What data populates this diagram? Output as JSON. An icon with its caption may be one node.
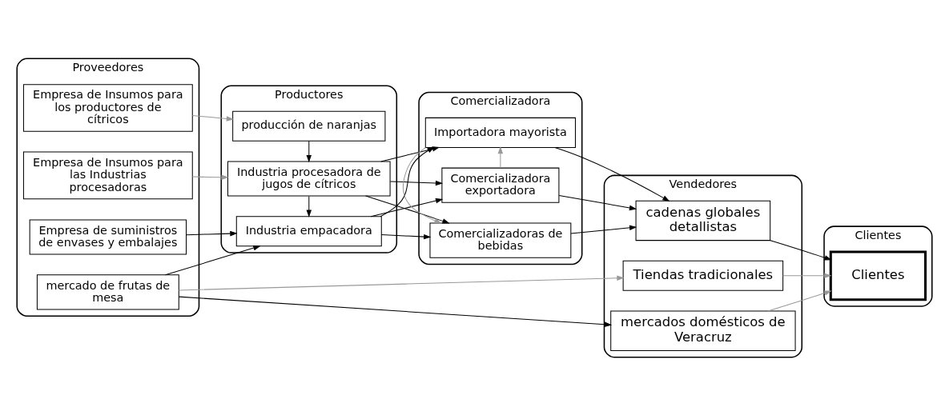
{
  "diagram": {
    "nodes": [
      {
        "text": [
          "Proveedores"
        ]
      },
      {
        "text": [
          "mercado de frutas de mesa"
        ],
        "in": 0
      },
      {
        "text": [
          "Empresa de Insumos para los productores de cítricos"
        ],
        "in": 0
      },
      {
        "text": [
          "Empresa de Insumos para las Industrias procesadoras"
        ],
        "in": 0
      },
      {
        "text": [
          "Empresa de suministros de envases y embalajes"
        ],
        "in": 0
      },
      {
        "text": [
          "Productores"
        ]
      },
      {
        "text": [
          "producción de naranjas"
        ],
        "in": 5
      },
      {
        "text": [
          "Industria procesadora de jugos de cítricos"
        ],
        "in": 5
      },
      {
        "text": [
          "Industria empacadora"
        ],
        "in": 5
      },
      {
        "text": [
          "Comercializadora"
        ]
      },
      {
        "text": [
          "Comercializadora exportadora"
        ],
        "in": 9
      },
      {
        "text": [
          "Importadora mayorista"
        ],
        "in": 9
      },
      {
        "text": [
          "Comercializadoras de bebidas"
        ],
        "in": 9
      },
      {
        "text": [
          "Vendedores"
        ]
      },
      {
        "text": [
          "mercados domésticos de Veracruz"
        ],
        "in": 13
      },
      {
        "text": [
          "Tiendas tradicionales"
        ],
        "in": 13
      },
      {
        "text": [
          "cadenas globales detallistas"
        ],
        "in": 13
      },
      {
        "text": [
          "Clientes"
        ]
      },
      {
        "text": [
          "Clientes"
        ],
        "in": 17
      }
    ],
    "edges": [
      {
        "from": 1,
        "to": 14,
        "arrow": "to"
      },
      {
        "from": 1,
        "to": 15,
        "arrow": "to",
        "color": "#999999"
      },
      {
        "from": 1,
        "to": 8,
        "arrow": "to"
      },
      {
        "from": 2,
        "to": 6,
        "arrow": "to",
        "color": "#999999"
      },
      {
        "from": 3,
        "to": 7,
        "arrow": "to",
        "color": "#999999"
      },
      {
        "from": 4,
        "to": 8,
        "arrow": "to"
      },
      {
        "from": 6,
        "to": 7,
        "arrow": "to"
      },
      {
        "from": 7,
        "to": 8,
        "arrow": "to"
      },
      {
        "from": 7,
        "to": 10,
        "arrow": "to"
      },
      {
        "from": 7,
        "to": 11,
        "arrow": "to"
      },
      {
        "from": 7,
        "to": 12,
        "arrow": "to"
      },
      {
        "from": 8,
        "to": 10,
        "arrow": "to"
      },
      {
        "from": 8,
        "to": 11,
        "arrow": "to"
      },
      {
        "from": 8,
        "to": 12,
        "arrow": "to"
      },
      {
        "from": 10,
        "to": 11,
        "arrow": "to",
        "color": "#999999"
      },
      {
        "from": 11,
        "to": 12,
        "arrow": "to",
        "color": "#999999"
      },
      {
        "from": 10,
        "to": 16,
        "arrow": "to"
      },
      {
        "from": 11,
        "to": 16,
        "arrow": "to"
      },
      {
        "from": 12,
        "to": 16,
        "arrow": "to"
      },
      {
        "from": 14,
        "to": 18,
        "arrow": "to",
        "color": "#999999"
      },
      {
        "from": 15,
        "to": 18,
        "arrow": "to",
        "color": "#999999"
      },
      {
        "from": 16,
        "to": 18,
        "arrow": "to"
      }
    ]
  }
}
